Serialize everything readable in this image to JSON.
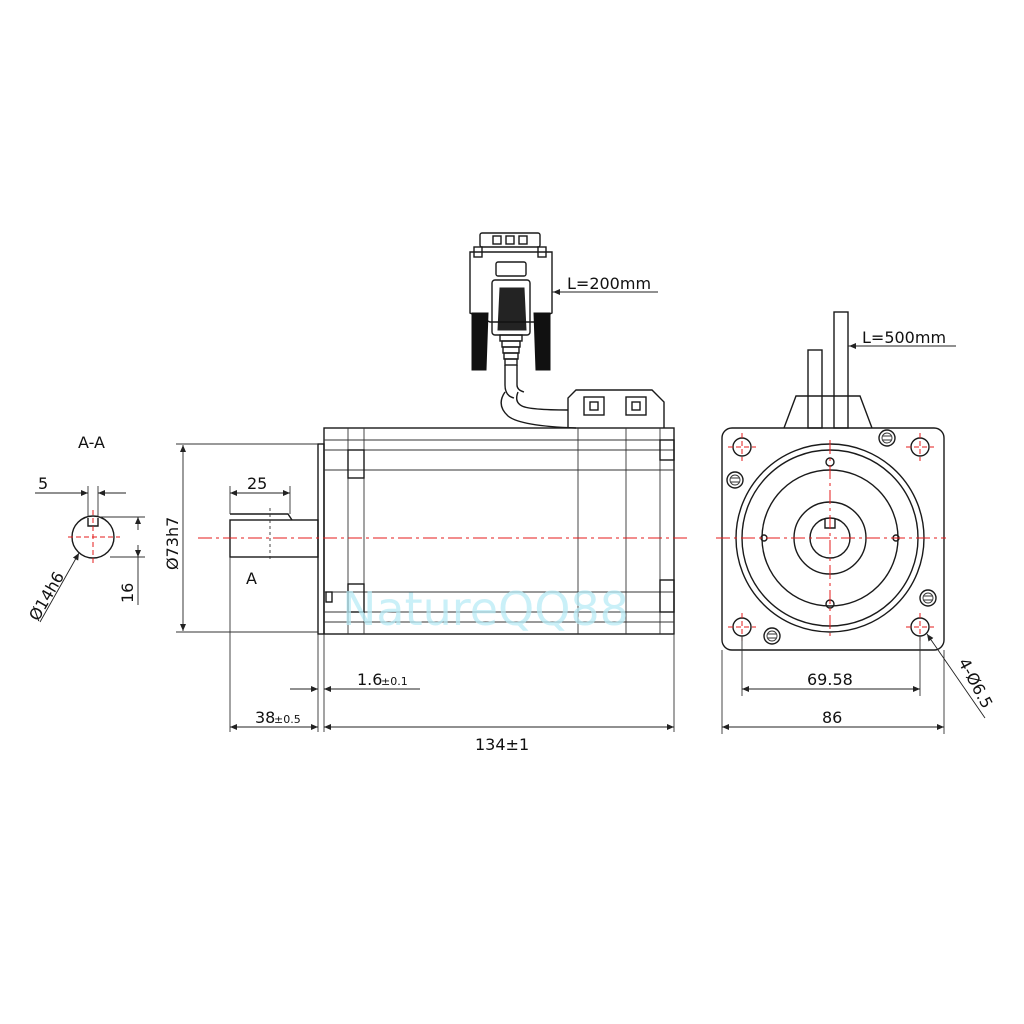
{
  "section": {
    "title": "A-A",
    "key_width": "5",
    "shaft_dia": "Ø14h6",
    "key_height": "16"
  },
  "side_view": {
    "cable_length": "L=200mm",
    "shaft_length": "25",
    "section_marker": "A",
    "flange_dia": "Ø73h7",
    "flange_offset": "1.6",
    "flange_offset_tol": "±0.1",
    "shaft_extension": "38",
    "shaft_extension_tol": "±0.5",
    "body_length": "134±1"
  },
  "front_view": {
    "cable_length": "L=500mm",
    "hole_spacing": "69.58",
    "flange_width": "86",
    "mount_holes": "4-Ø6.5"
  },
  "watermark": "NatureQQ88"
}
